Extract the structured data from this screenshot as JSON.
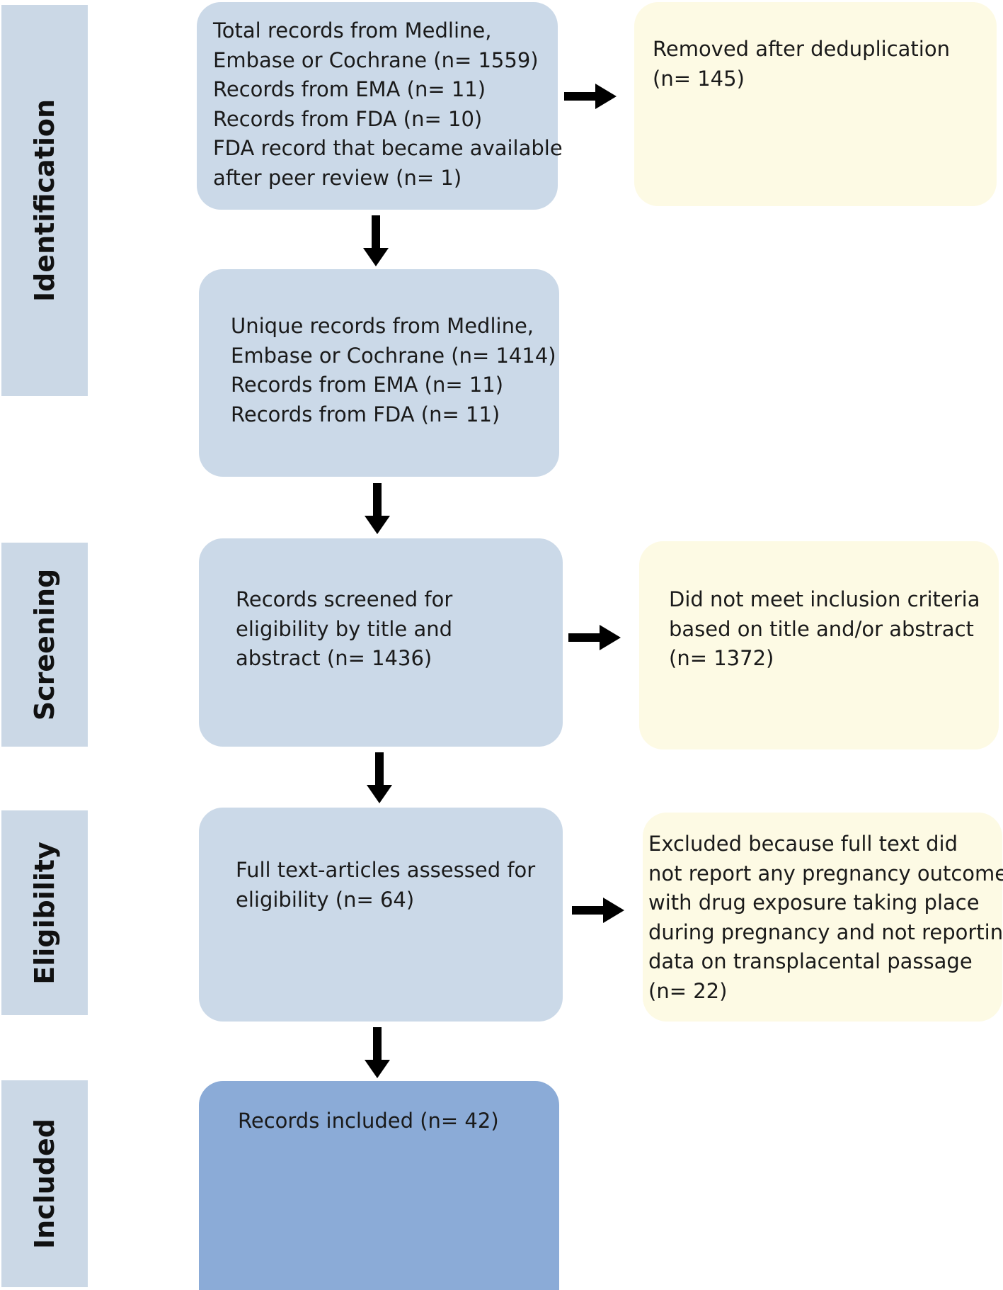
{
  "phases": {
    "identification": "Identification",
    "screening": "Screening",
    "eligibility": "Eligibility",
    "included": "Included"
  },
  "boxes": {
    "total_records": [
      "Total records from Medline,",
      "Embase or Cochrane (n= 1559)",
      "Records from EMA (n= 11)",
      "Records from FDA (n= 10)",
      "FDA record that became available",
      "after peer review (n= 1)"
    ],
    "removed_dedup": [
      "Removed after deduplication",
      "(n= 145)"
    ],
    "unique_records": [
      "Unique records from Medline,",
      "Embase or Cochrane (n= 1414)",
      "Records from EMA (n= 11)",
      "Records from FDA (n= 11)"
    ],
    "screened": [
      "Records screened for",
      "eligibility by title and",
      "abstract (n= 1436)"
    ],
    "not_met_criteria": [
      "Did not meet inclusion criteria",
      "based on title and/or abstract",
      "(n= 1372)"
    ],
    "full_text": [
      "Full text-articles assessed for",
      "eligibility (n= 64)"
    ],
    "excluded_full_text": [
      "Excluded because full text did",
      "not report any pregnancy outcomes",
      "with drug exposure taking place",
      "during pregnancy and not reporting",
      "data on transplacental passage",
      "(n= 22)"
    ],
    "included": [
      "Records included (n= 42)"
    ]
  },
  "colors": {
    "phase_bar": "#cbd8e6",
    "process_box": "#cbd9e8",
    "excluded_box": "#fdfae4",
    "final_box": "#8babd7",
    "arrow": "#000000"
  }
}
